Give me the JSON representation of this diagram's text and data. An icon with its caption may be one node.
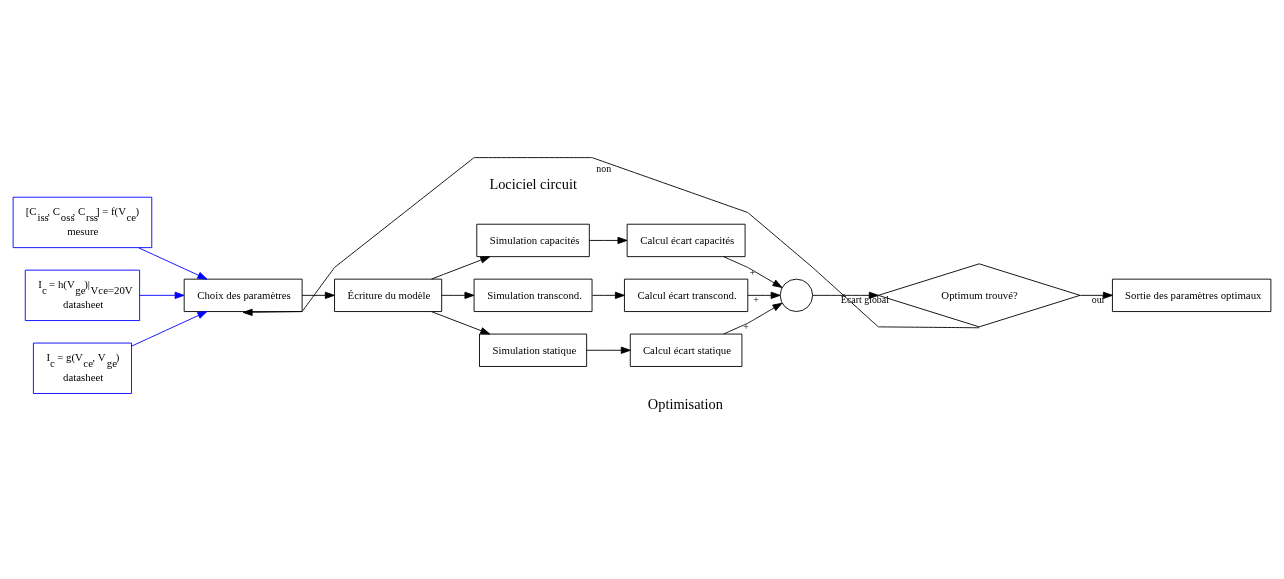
{
  "diagram": {
    "nodes": [
      {
        "text": [
          "[C$_{iss}$, C$_{oss}$, C$_{rss}$] = f(V$_{ce}$)",
          "mesure"
        ]
      },
      {
        "text": [
          "I$_{c}$ = h(V$_{ge}$)|$_{Vce=20V}$",
          "datasheet"
        ]
      },
      {
        "text": [
          "I$_{c}$ = g(V$_{ce}$, V$_{ge}$)",
          "datasheet"
        ]
      },
      {
        "text": [
          "Choix des paramètres"
        ]
      },
      {
        "text": [
          "Écriture du modèle"
        ]
      },
      {
        "text": [
          "Simulation capacités"
        ]
      },
      {
        "text": [
          "Simulation transcond."
        ]
      },
      {
        "text": [
          "Simulation statique"
        ]
      },
      {
        "text": [
          "Calcul écart capacités"
        ]
      },
      {
        "text": [
          "Calcul écart transcond."
        ]
      },
      {
        "text": [
          "Calcul écart statique"
        ]
      },
      {
        "text": [],
        "shape": "circle"
      },
      {
        "text": [
          "Optimum trouvé?"
        ]
      },
      {
        "text": [
          "Sortie des paramètres optimaux"
        ]
      }
    ],
    "edges": [
      {
        "from": 0,
        "to": 3,
        "arrow": "to",
        "color": "#0000ff"
      },
      {
        "from": 1,
        "to": 3,
        "arrow": "to",
        "color": "#0000ff"
      },
      {
        "from": 2,
        "to": 3,
        "arrow": "to",
        "color": "#0000ff"
      },
      {
        "from": 3,
        "to": 4,
        "arrow": "to"
      },
      {
        "from": 4,
        "to": 5,
        "arrow": "to"
      },
      {
        "from": 4,
        "to": 6,
        "arrow": "to"
      },
      {
        "from": 4,
        "to": 7,
        "arrow": "to"
      },
      {
        "from": 5,
        "to": 8,
        "arrow": "to"
      },
      {
        "from": 6,
        "to": 9,
        "arrow": "to"
      },
      {
        "from": 7,
        "to": 10,
        "arrow": "to"
      },
      {
        "from": 8,
        "to": 11,
        "arrow": "to",
        "label": "+"
      },
      {
        "from": 9,
        "to": 11,
        "arrow": "to",
        "label": "+"
      },
      {
        "from": 10,
        "to": 11,
        "arrow": "to",
        "label": "+"
      },
      {
        "from": 11,
        "to": 12,
        "arrow": "to",
        "label": "Écart global"
      },
      {
        "from": 12,
        "to": 13,
        "arrow": "to",
        "label": "oui"
      },
      {
        "from": 12,
        "to": 3,
        "arrow": "to",
        "label": "non"
      }
    ],
    "labels": [
      "Lociciel circuit",
      "Optimisation"
    ]
  }
}
